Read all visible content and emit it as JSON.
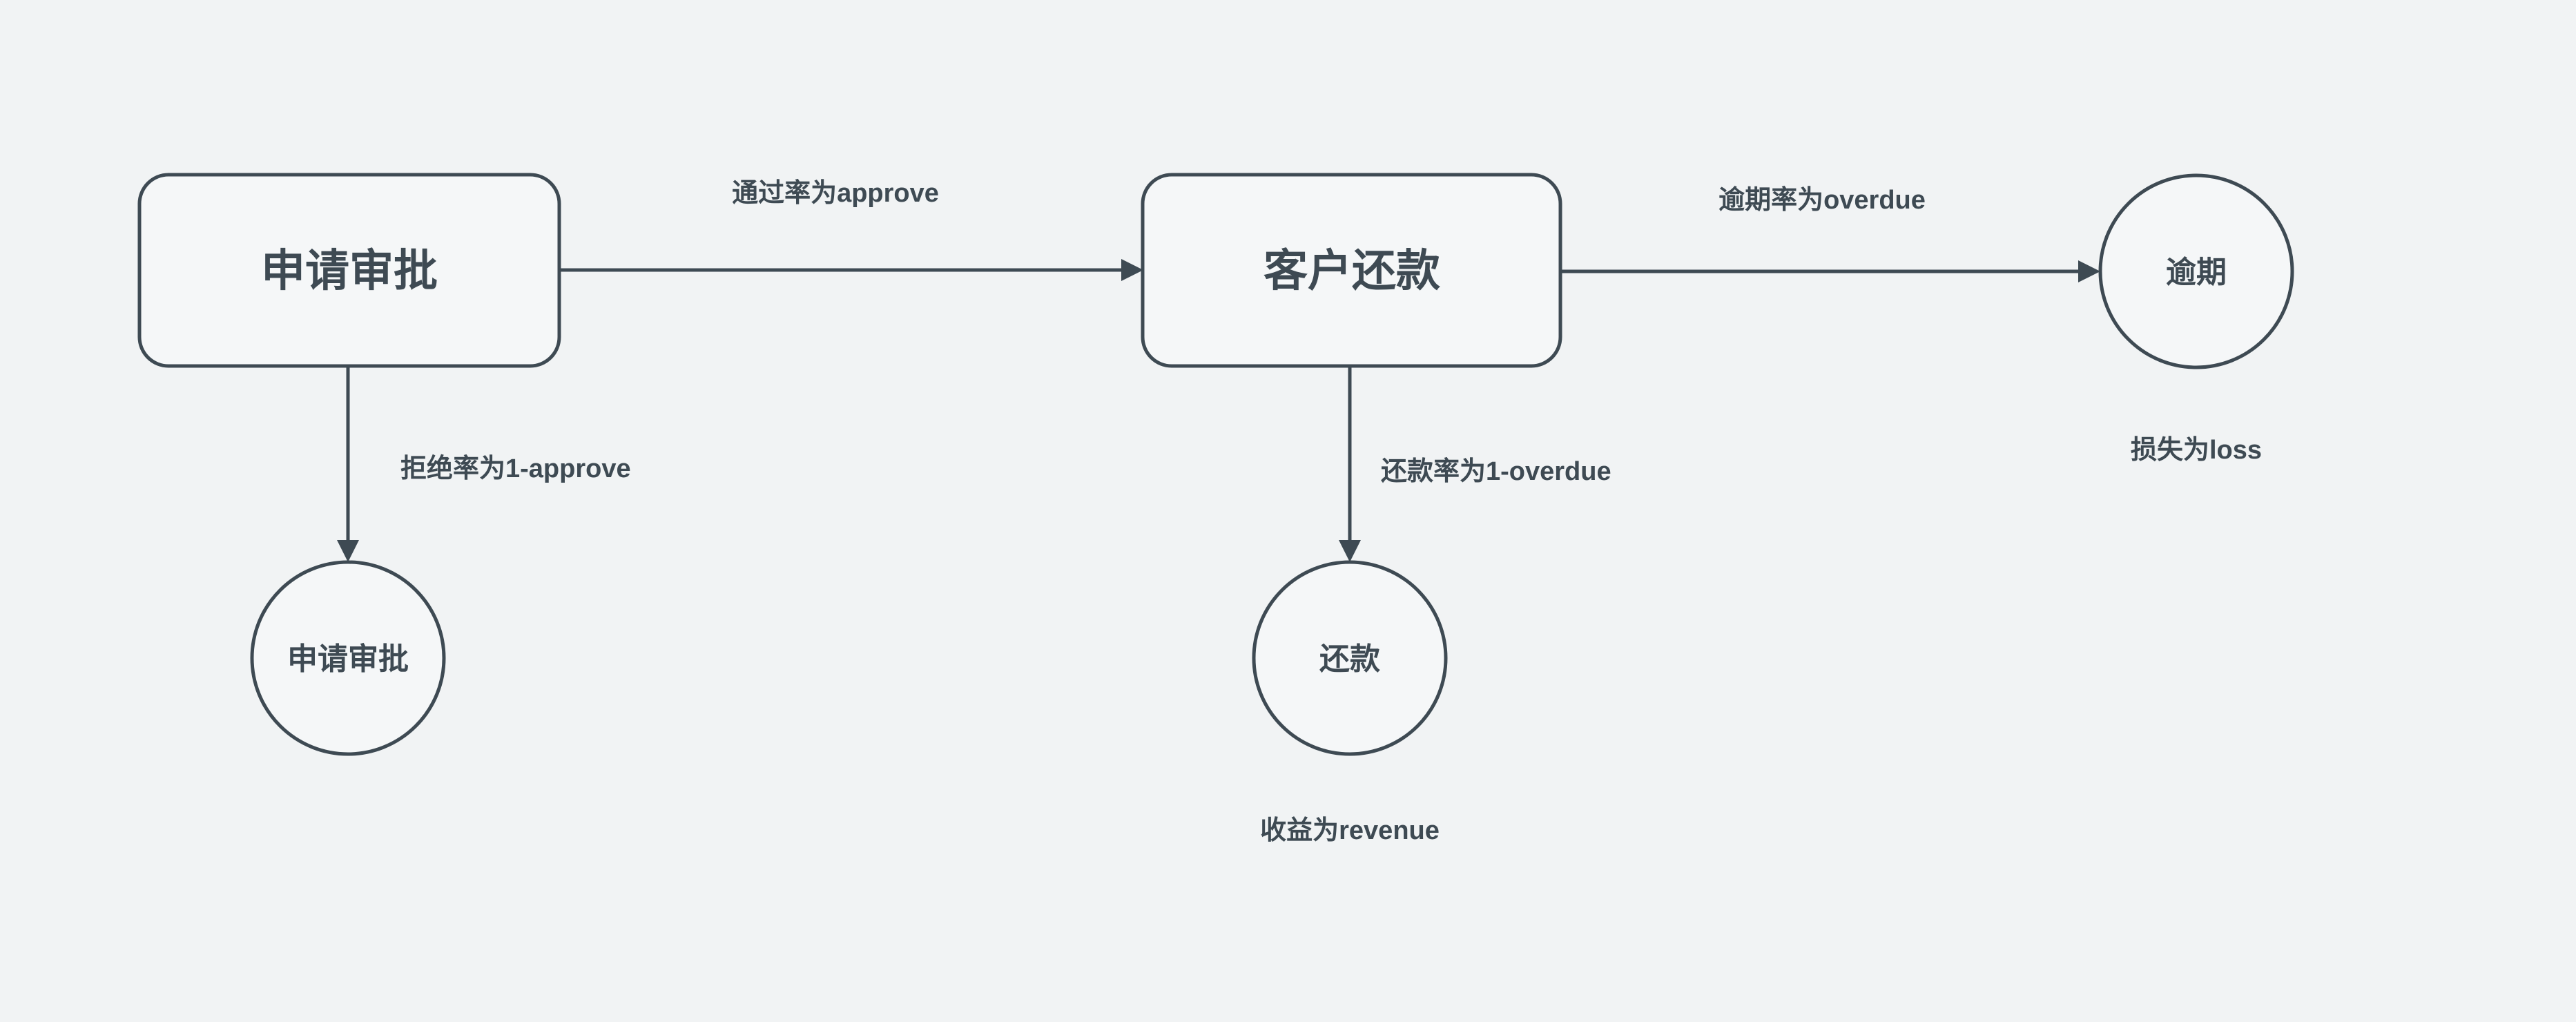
{
  "colors": {
    "background": "#f1f3f4",
    "node_fill": "#f5f7f8",
    "stroke": "#3e4a53",
    "text": "#3e4a53"
  },
  "diagram": {
    "nodes": [
      {
        "id": "application-approval-process",
        "shape": "rounded-rectangle",
        "label": "申请审批"
      },
      {
        "id": "customer-repayment-process",
        "shape": "rounded-rectangle",
        "label": "客户还款"
      },
      {
        "id": "overdue-terminal",
        "shape": "circle",
        "label": "逾期"
      },
      {
        "id": "application-approval-terminal",
        "shape": "circle",
        "label": "申请审批"
      },
      {
        "id": "repayment-terminal",
        "shape": "circle",
        "label": "还款"
      }
    ],
    "edges": [
      {
        "id": "edge-approve",
        "from": "application-approval-process",
        "to": "customer-repayment-process",
        "direction": "right",
        "label": "通过率为approve"
      },
      {
        "id": "edge-overdue",
        "from": "customer-repayment-process",
        "to": "overdue-terminal",
        "direction": "right",
        "label": "逾期率为overdue"
      },
      {
        "id": "edge-reject",
        "from": "application-approval-process",
        "to": "application-approval-terminal",
        "direction": "down",
        "label": "拒绝率为1-approve"
      },
      {
        "id": "edge-repay",
        "from": "customer-repayment-process",
        "to": "repayment-terminal",
        "direction": "down",
        "label": "还款率为1-overdue"
      }
    ],
    "annotations": [
      {
        "id": "loss-note",
        "attached_to": "overdue-terminal",
        "label": "损失为loss"
      },
      {
        "id": "revenue-note",
        "attached_to": "repayment-terminal",
        "label": "收益为revenue"
      }
    ]
  }
}
